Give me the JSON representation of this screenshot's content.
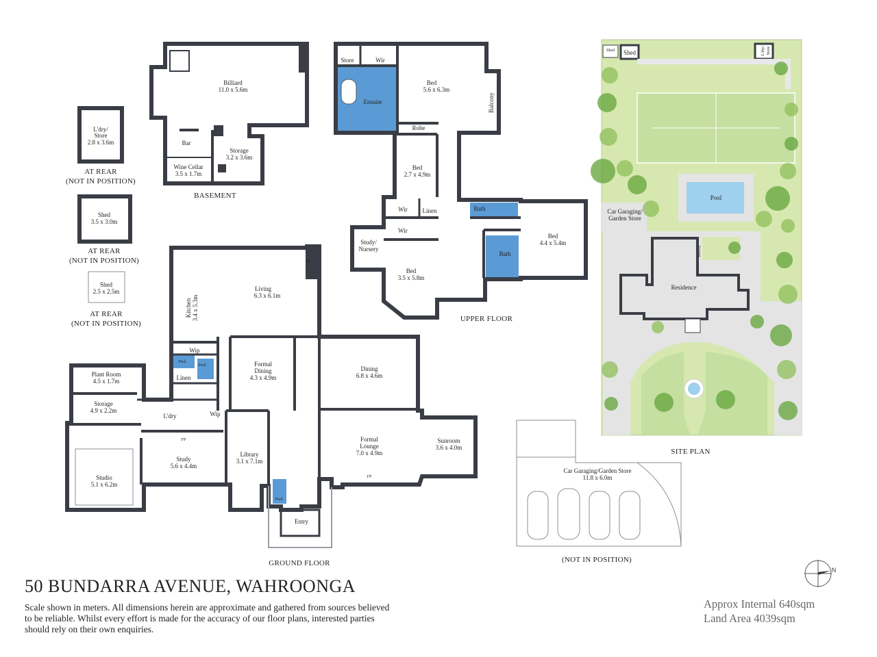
{
  "title": "50 BUNDARRA AVENUE, WAHROONGA",
  "disclaimer": "Scale shown in meters. All dimensions herein are approximate and gathered from sources believed to be  reliable. Whilst every effort is made for the accuracy of our floor plans, interested parties should rely on their own enquiries.",
  "areas": {
    "internal": "Approx Internal 640sqm",
    "land": "Land Area 4039sqm"
  },
  "compass": {
    "north_label": "N"
  },
  "sections": {
    "basement": "BASEMENT",
    "upper_floor": "UPPER FLOOR",
    "ground_floor": "GROUND FLOOR",
    "site_plan": "SITE PLAN",
    "not_in_position": "(NOT IN POSITION)",
    "at_rear": "AT REAR",
    "not_in_position_caps": "(NOT IN POSITION)"
  },
  "rooms": {
    "billiard": {
      "name": "Billiard",
      "dims": "11.0 x 5.6m"
    },
    "bar": {
      "name": "Bar"
    },
    "wine_cellar": {
      "name": "Wine Cellar",
      "dims": "3.5 x 1.7m"
    },
    "storage_b": {
      "name": "Storage",
      "dims": "3.2 x 3.6m"
    },
    "ldry_store": {
      "name1": "L'dry/",
      "name2": "Store",
      "dims": "2.8 x 3.6m"
    },
    "shed1": {
      "name": "Shed",
      "dims": "3.5 x 3.0m"
    },
    "shed2": {
      "name": "Shed",
      "dims": "2.5 x 2.5m"
    },
    "store_u": {
      "name": "Store"
    },
    "wir_u1": {
      "name": "Wir"
    },
    "bed_main": {
      "name": "Bed",
      "dims": "5.6 x 6.3m"
    },
    "ensuite": {
      "name": "Ensuite"
    },
    "robe": {
      "name": "Robe"
    },
    "balcony": {
      "name": "Balcony"
    },
    "bed_2": {
      "name": "Bed",
      "dims": "2.7 x 4.9m"
    },
    "wir_u2": {
      "name": "Wir"
    },
    "linen_u": {
      "name": "Linen"
    },
    "wir_u3": {
      "name": "Wir"
    },
    "study_nursery": {
      "name1": "Study/",
      "name2": "Nursery"
    },
    "bed_3": {
      "name": "Bed",
      "dims": "3.5 x 5.8m"
    },
    "bath_u1": {
      "name": "Bath"
    },
    "bath_u2": {
      "name": "Bath"
    },
    "bed_4": {
      "name": "Bed",
      "dims": "4.4 x 5.4m"
    },
    "living": {
      "name": "Living",
      "dims": "6.3 x 6.1m"
    },
    "kitchen": {
      "name": "Kitchen",
      "dims": "3.4 x 5.3m"
    },
    "fp": {
      "name": "FP"
    },
    "wip_1": {
      "name": "Wip"
    },
    "pwd_1": {
      "name": "Pwd"
    },
    "pwd_2": {
      "name": "Pwd"
    },
    "linen_g": {
      "name": "Linen"
    },
    "plant_room": {
      "name": "Plant Room",
      "dims": "4.5 x 1.7m"
    },
    "storage_g": {
      "name": "Storage",
      "dims": "4.9 x 2.2m"
    },
    "ldry_g": {
      "name": "L'dry"
    },
    "wip_2": {
      "name": "Wip"
    },
    "formal_dining": {
      "name": "Formal",
      "name2": "Dining",
      "dims": "4.3 x 4.9m"
    },
    "dining": {
      "name": "Dining",
      "dims": "6.8 x 4.6m"
    },
    "formal_lounge": {
      "name": "Formal",
      "name2": "Lounge",
      "dims": "7.0 x 4.9m"
    },
    "sunroom": {
      "name": "Sunroom",
      "dims": "3.6 x 4.0m"
    },
    "study": {
      "name": "Study",
      "dims": "5.6 x 4.4m"
    },
    "library": {
      "name": "Library",
      "dims": "3.1 x 7.1m"
    },
    "studio": {
      "name": "Studio",
      "dims": "5.1 x 6.2m"
    },
    "pwd_3": {
      "name": "Pwd"
    },
    "entry": {
      "name": "Entry"
    },
    "car_garage": {
      "name": "Car Garaging/Garden Store",
      "dims": "11.8 x 6.0m"
    }
  },
  "site": {
    "shed_small": "Shed",
    "shed_large": "Shed",
    "ldry_store1": "L'dry/",
    "ldry_store2": "Store",
    "pool": "Pool",
    "car_garaging1": "Car Garaging/",
    "car_garaging2": "Garden Store",
    "residence": "Residence",
    "balcony": "Balcony"
  }
}
